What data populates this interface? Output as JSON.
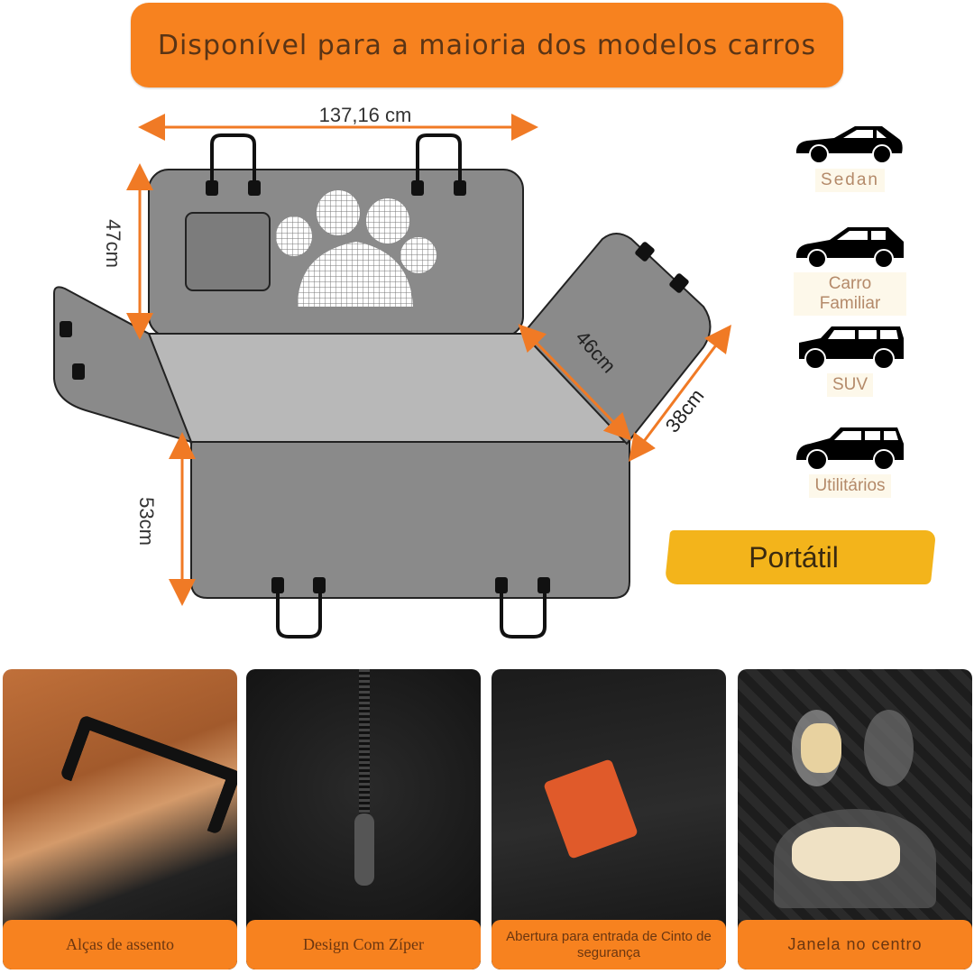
{
  "banner": {
    "title": "Disponível para a maioria dos modelos carros"
  },
  "dimensions": {
    "width": "137,16 cm",
    "back_height": "47cm",
    "seat_depth": "53cm",
    "flap_length": "46cm",
    "flap_width": "38cm"
  },
  "vehicles": [
    {
      "icon": "sedan-car-icon",
      "label": "Sedan"
    },
    {
      "icon": "hatchback-car-icon",
      "label": "Carro Familiar"
    },
    {
      "icon": "suv-car-icon",
      "label": "SUV"
    },
    {
      "icon": "minivan-car-icon",
      "label": "Utilitários"
    }
  ],
  "badge": {
    "label": "Portátil"
  },
  "features": [
    {
      "label": "Alças de assento"
    },
    {
      "label": "Design Com Zíper"
    },
    {
      "label": "Abertura para entrada de  Cinto de segurança"
    },
    {
      "label": "Janela no centro"
    }
  ],
  "colors": {
    "accent": "#f7821f",
    "mat": "#8a8a8a",
    "mat_light": "#b8b8b8",
    "gold": "#f3b41b"
  }
}
